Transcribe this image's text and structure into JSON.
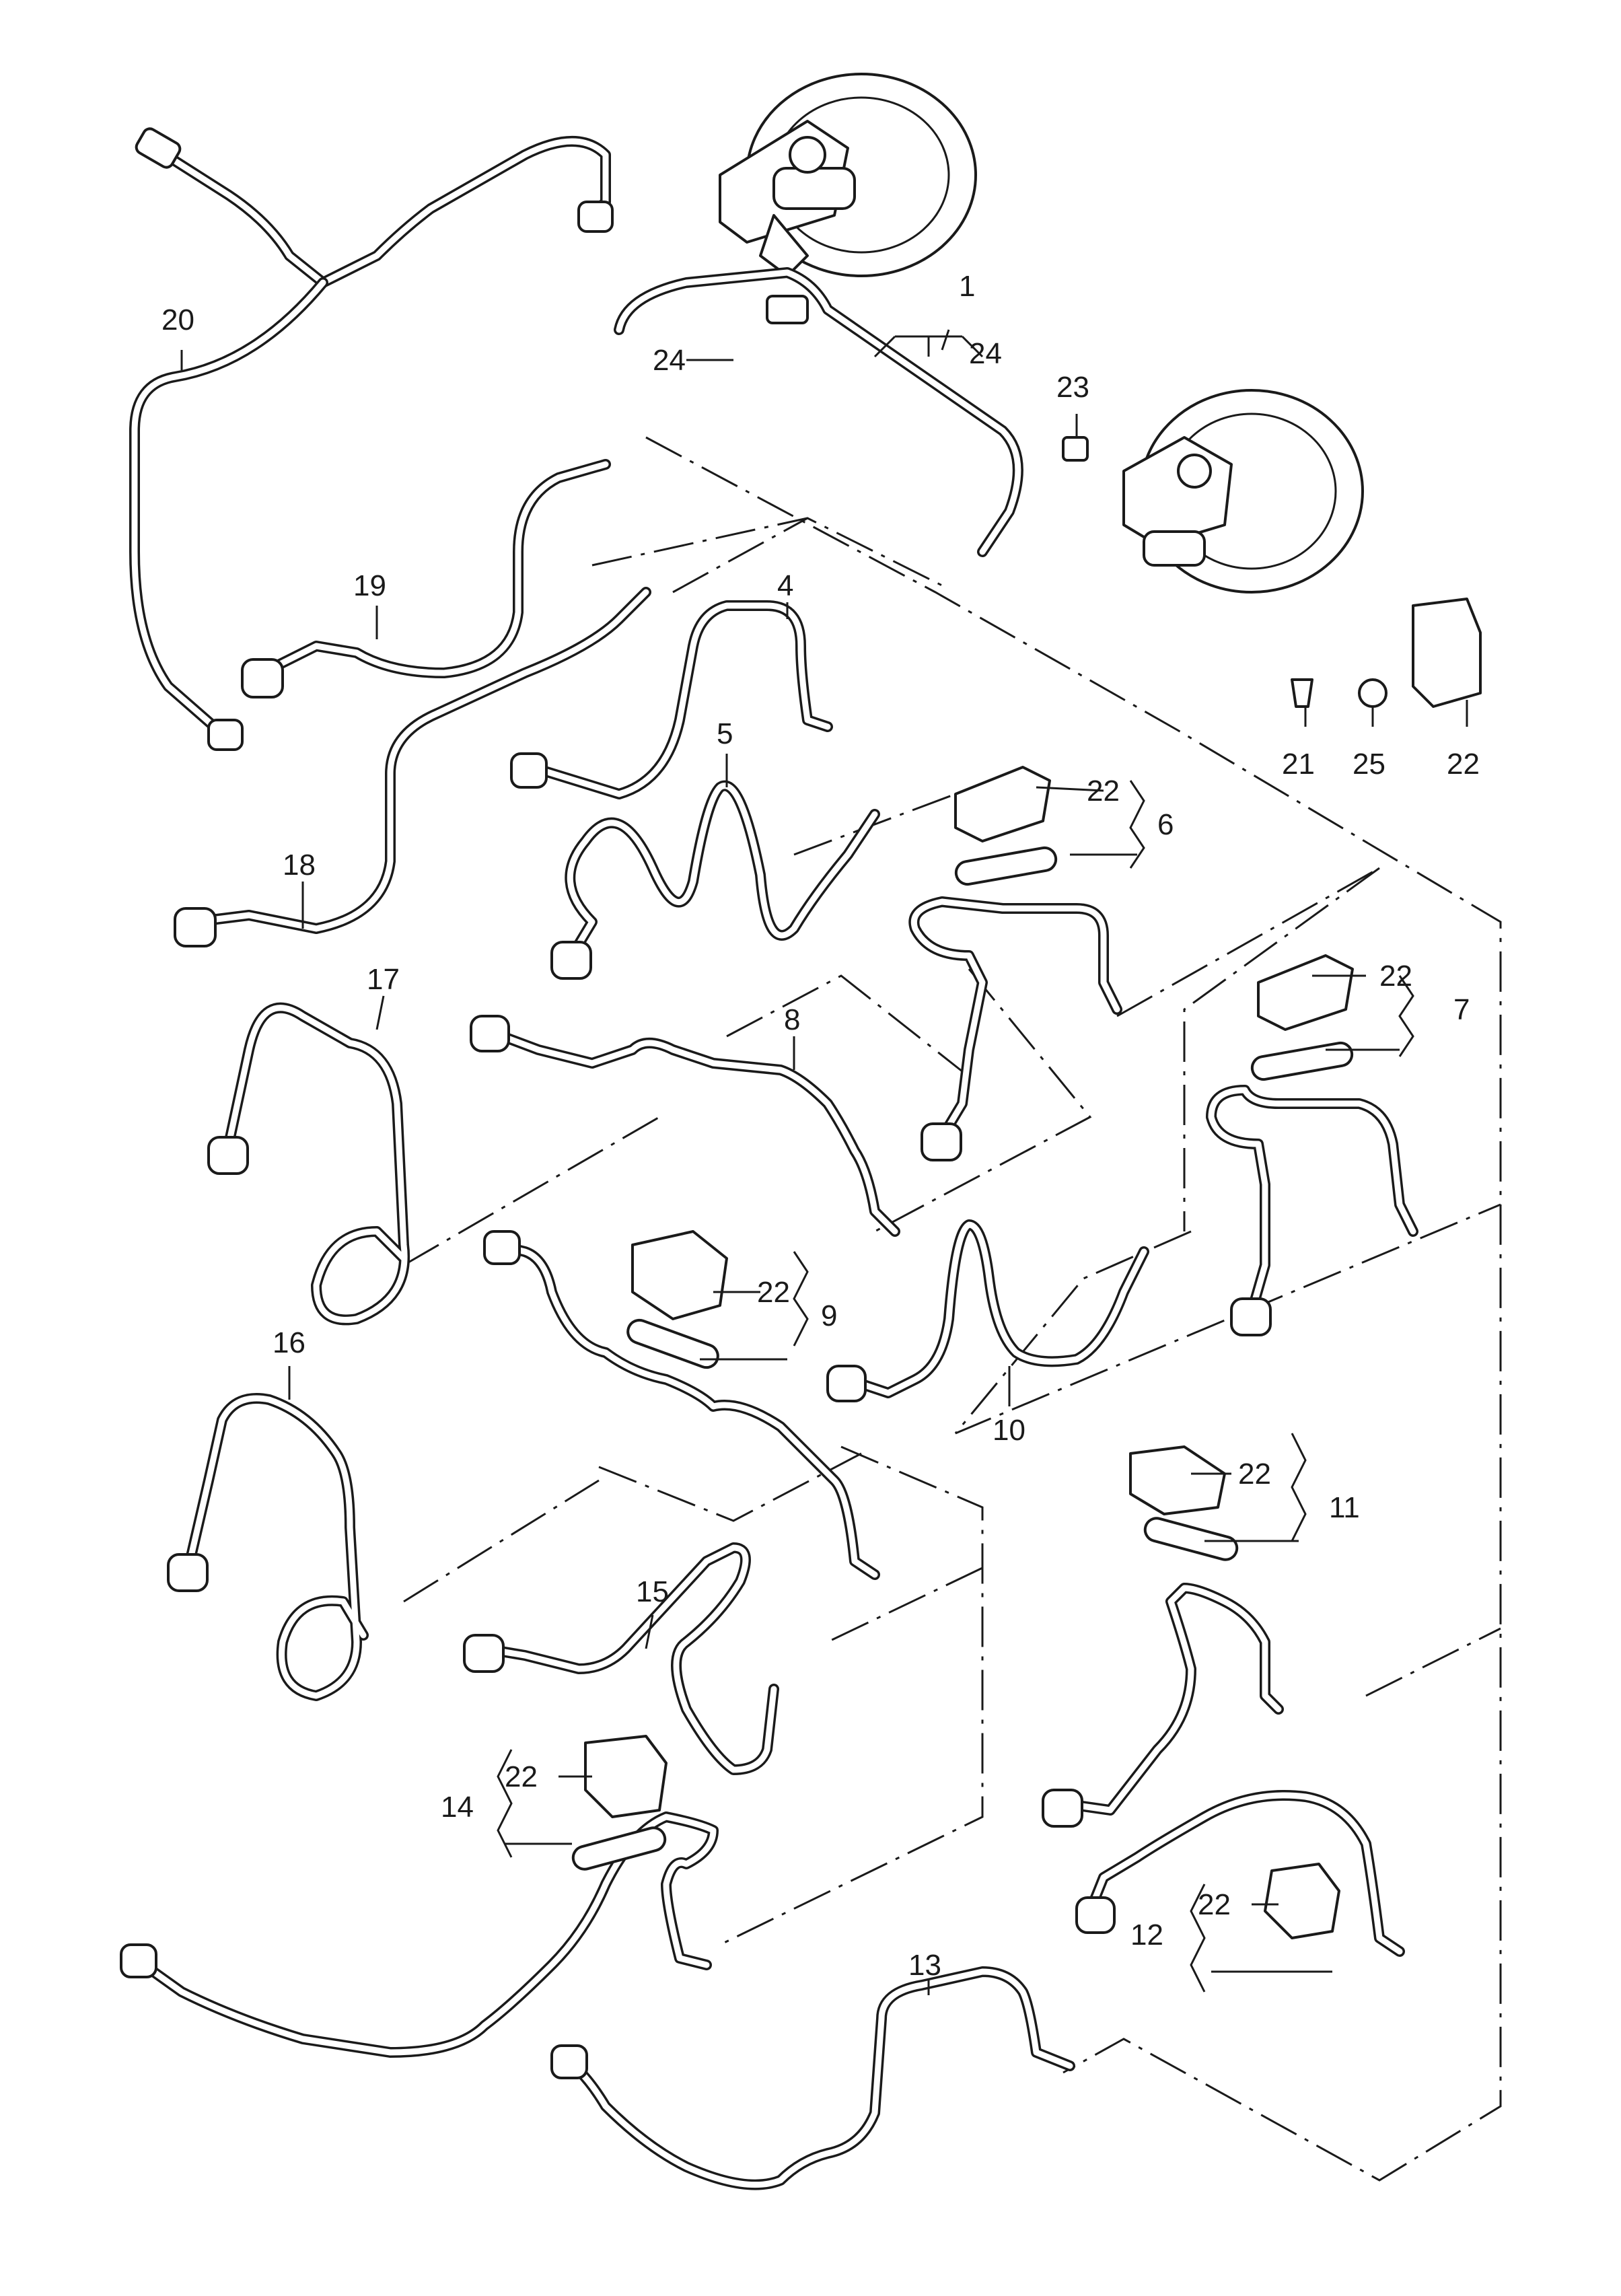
{
  "callouts": {
    "c1": "1",
    "c24a": "24",
    "c24b": "24",
    "c23": "23",
    "c20": "20",
    "c19": "19",
    "c18": "18",
    "c4": "4",
    "c5": "5",
    "c6": "6",
    "c22_6": "22",
    "c21": "21",
    "c25": "25",
    "c22_r": "22",
    "c17": "17",
    "c8": "8",
    "c7": "7",
    "c22_7": "22",
    "c9": "9",
    "c22_9": "22",
    "c10": "10",
    "c16": "16",
    "c11": "11",
    "c22_11": "22",
    "c15": "15",
    "c14": "14",
    "c22_14": "22",
    "c12": "12",
    "c22_12": "22",
    "c13": "13"
  }
}
